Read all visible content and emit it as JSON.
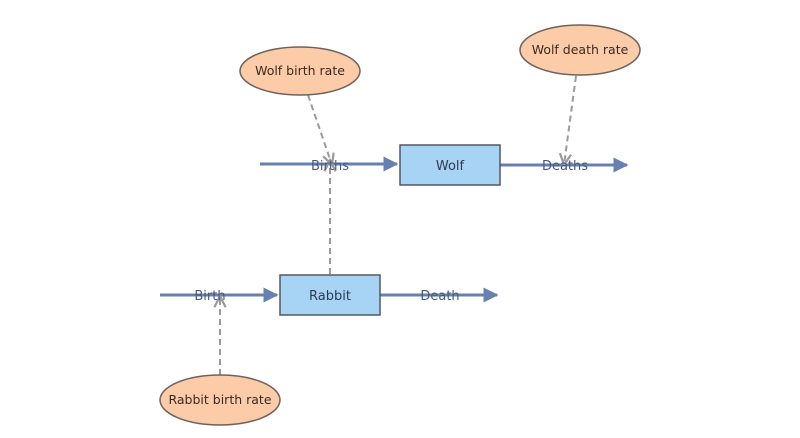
{
  "diagram": {
    "stocks": {
      "wolf": "Wolf",
      "rabbit": "Rabbit"
    },
    "flows": {
      "wolf_births": "Births",
      "wolf_deaths": "Deaths",
      "rabbit_birth": "Birth",
      "rabbit_death": "Death"
    },
    "variables": {
      "wolf_birth_rate": "Wolf birth rate",
      "wolf_death_rate": "Wolf death rate",
      "rabbit_birth_rate": "Rabbit birth rate"
    },
    "colors": {
      "flow": "#6680b0",
      "stock_fill": "#a7d3f5",
      "stock_stroke": "#505860",
      "variable_fill": "#fccca8",
      "variable_stroke": "#6e625c",
      "link": "#9a9a9a"
    }
  }
}
